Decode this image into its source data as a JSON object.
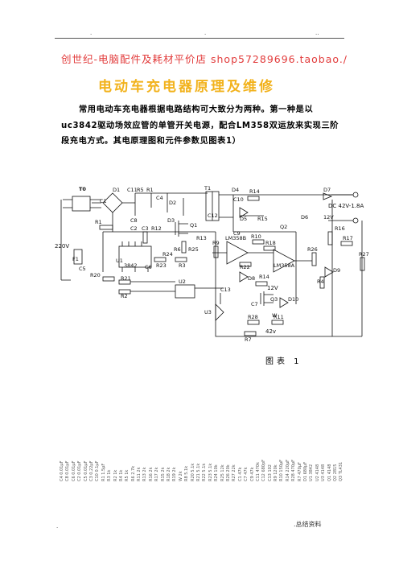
{
  "header": {
    "dot_left": ".",
    "dot_mid": ".",
    "dot_right": ".."
  },
  "shop_line": "创世纪-电脑配件及耗材平价店 shop57289696.taobao./",
  "title": "电动车充电器原理及维修",
  "paragraph": "常用电动车充电器根据电路结构可大致分为两种。第一种是以uc3842驱动场效应管的单管开关电源，配合LM358双运放来实现三阶段充电方式。其电原理图和元件参数见图表1）",
  "circuit_labels": {
    "t0": "T0",
    "d1": "D1",
    "c11": "C11",
    "r5": "R5",
    "r1_top": "R1",
    "c4": "C4",
    "t1": "T1",
    "d4": "D4",
    "c10": "C10",
    "r14": "R14",
    "d7": "D7",
    "dc_out": "DC 42V-1.8A",
    "c1": "C1",
    "d2": "D2",
    "d3": "D3",
    "c12": "C12",
    "d5": "D5",
    "r15": "R15",
    "d6": "D6",
    "v12_top": "12V",
    "c8": "C8",
    "c2": "C2",
    "c3": "C3",
    "r12": "R12",
    "q1": "Q1",
    "c9": "C9",
    "q2": "Q2",
    "r16": "R16",
    "r17": "R17",
    "ac_in": "220V",
    "r1": "R1",
    "r13": "R13",
    "r10": "R10",
    "f1": "F1",
    "c5": "C5",
    "u1": "U1",
    "ic3842": "3842",
    "r6": "R6",
    "r25": "R25",
    "r24": "R24",
    "lm358b": "LM358B",
    "r18": "R18",
    "r9": "R9",
    "r26": "R26",
    "r27": "R27",
    "lm358a": "LM358A",
    "c6": "C6",
    "r23": "R23",
    "r3": "R3",
    "r22": "R22",
    "d8": "D8",
    "d9": "D9",
    "r20": "R20",
    "r14b": "R14",
    "v12_mid": "12V",
    "r4": "R4",
    "r21": "R21",
    "r2": "R2",
    "u2": "U2",
    "c13": "C13",
    "q3": "Q3",
    "d10": "D10",
    "c7": "C7",
    "u3": "U3",
    "w": "W",
    "r28": "R28",
    "r11": "R11",
    "r7": "R7",
    "v42": "42v"
  },
  "caption": "图表 1",
  "component_columns": [
    "C4 0.01μF",
    "C8 0.01μF",
    "C6 0.01μF",
    "C2 0.01μF",
    "C5 0.01μF",
    "C3 0.22μF",
    "C10 0.1μF",
    "R1 1.5μF",
    "R3 1k",
    "R2 1k",
    "R4 1k",
    "R5 1k",
    "R6 2.7k",
    "R11 2k",
    "R13 2k",
    "R16 2k",
    "R17 2k",
    "R15 2k",
    "R18 2k",
    "R19 2k",
    "W 2k",
    "R8 5.1k",
    "R20 5.1k",
    "R21 5.1k",
    "R22 5.1k",
    "R23 5.1k",
    "R24 10k",
    "R25 12k",
    "R26 20k",
    "R27 22k",
    "C1 47k",
    "C7 47k",
    "C9 47k",
    "C11 470k",
    "C12 680pF",
    "C13 102",
    "R9 120k",
    "R10 150μF",
    "R14 220μF",
    "R28 470μF",
    "R7 470μF",
    "D1 680μF",
    "U1 3842",
    "U2 4148",
    "U3 4148",
    "Q1 4148",
    "Q2 2815",
    "Q3 TL431"
  ],
  "footer": {
    "dot": ".",
    "source": ".总结资料"
  }
}
